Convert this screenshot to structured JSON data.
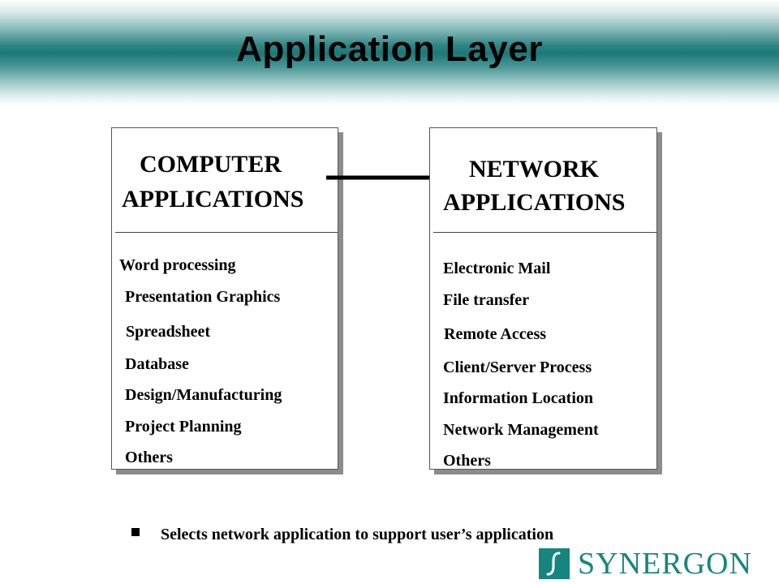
{
  "title": "Application Layer",
  "computer_box": {
    "heading_line1": "COMPUTER",
    "heading_line2": "APPLICATIONS",
    "items": [
      "Word processing",
      "Presentation Graphics",
      "Spreadsheet",
      "Database",
      "Design/Manufacturing",
      "Project Planning",
      "Others"
    ]
  },
  "network_box": {
    "heading_line1": "NETWORK",
    "heading_line2": "APPLICATIONS",
    "items": [
      "Electronic Mail",
      "File transfer",
      "Remote Access",
      "Client/Server Process",
      "Information Location",
      "Network Management",
      "Others"
    ]
  },
  "bullet": "Selects network application to support user’s application",
  "logo": {
    "text": "SYNERGON",
    "color": "#17857f"
  },
  "colors": {
    "header_band": "#1e7878",
    "box_shadow": "#8c8c8c"
  }
}
